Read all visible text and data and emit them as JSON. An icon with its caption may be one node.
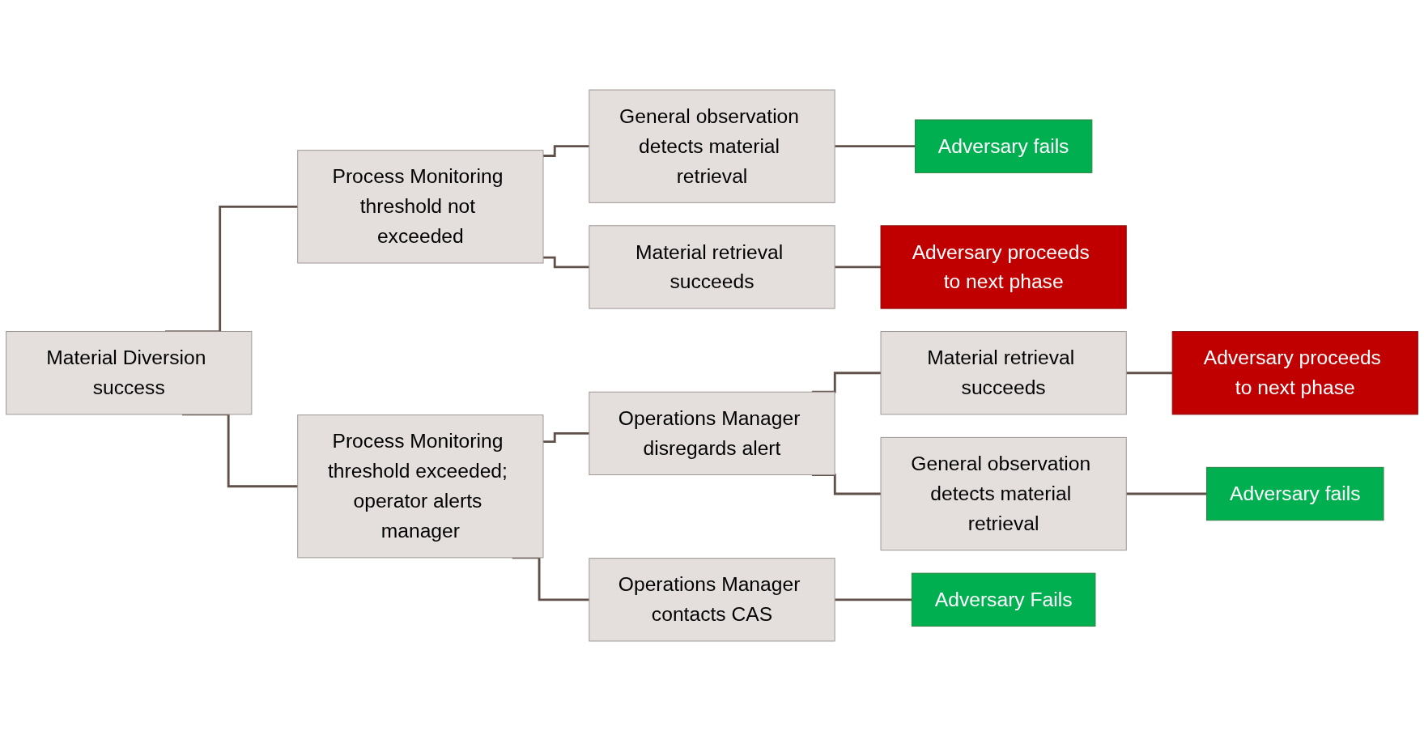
{
  "diagram": {
    "nodes": [
      {
        "text": [
          "Material Diversion success"
        ]
      },
      {
        "text": [
          "Process Monitoring threshold not exceeded"
        ]
      },
      {
        "text": [
          "General observation detects material retrieval"
        ]
      },
      {
        "text": [
          "Adversary fails"
        ]
      },
      {
        "text": [
          "Material retrieval succeeds"
        ]
      },
      {
        "text": [
          "Adversary proceeds to next phase"
        ]
      },
      {
        "text": [
          "Process Monitoring threshold exceeded; operator alerts manager"
        ]
      },
      {
        "text": [
          "Operations Manager disregards alert"
        ]
      },
      {
        "text": [
          "Material retrieval succeeds"
        ]
      },
      {
        "text": [
          "Adversary proceeds to next phase"
        ]
      },
      {
        "text": [
          "General observation detects material retrieval"
        ]
      },
      {
        "text": [
          "Adversary fails"
        ]
      },
      {
        "text": [
          "Operations Manager contacts CAS"
        ]
      },
      {
        "text": [
          "Adversary Fails"
        ]
      }
    ],
    "edges": [
      {
        "from": 0,
        "to": 1,
        "arrow": "none"
      },
      {
        "from": 1,
        "to": 2,
        "arrow": "none"
      },
      {
        "from": 2,
        "to": 3,
        "arrow": "none"
      },
      {
        "from": 1,
        "to": 4,
        "arrow": "none"
      },
      {
        "from": 4,
        "to": 5,
        "arrow": "none"
      },
      {
        "from": 0,
        "to": 6,
        "arrow": "none"
      },
      {
        "from": 6,
        "to": 7,
        "arrow": "none"
      },
      {
        "from": 7,
        "to": 8,
        "arrow": "none"
      },
      {
        "from": 8,
        "to": 9,
        "arrow": "none"
      },
      {
        "from": 7,
        "to": 10,
        "arrow": "none"
      },
      {
        "from": 10,
        "to": 11,
        "arrow": "none"
      },
      {
        "from": 6,
        "to": 12,
        "arrow": "none"
      },
      {
        "from": 12,
        "to": 13,
        "arrow": "none"
      }
    ]
  }
}
